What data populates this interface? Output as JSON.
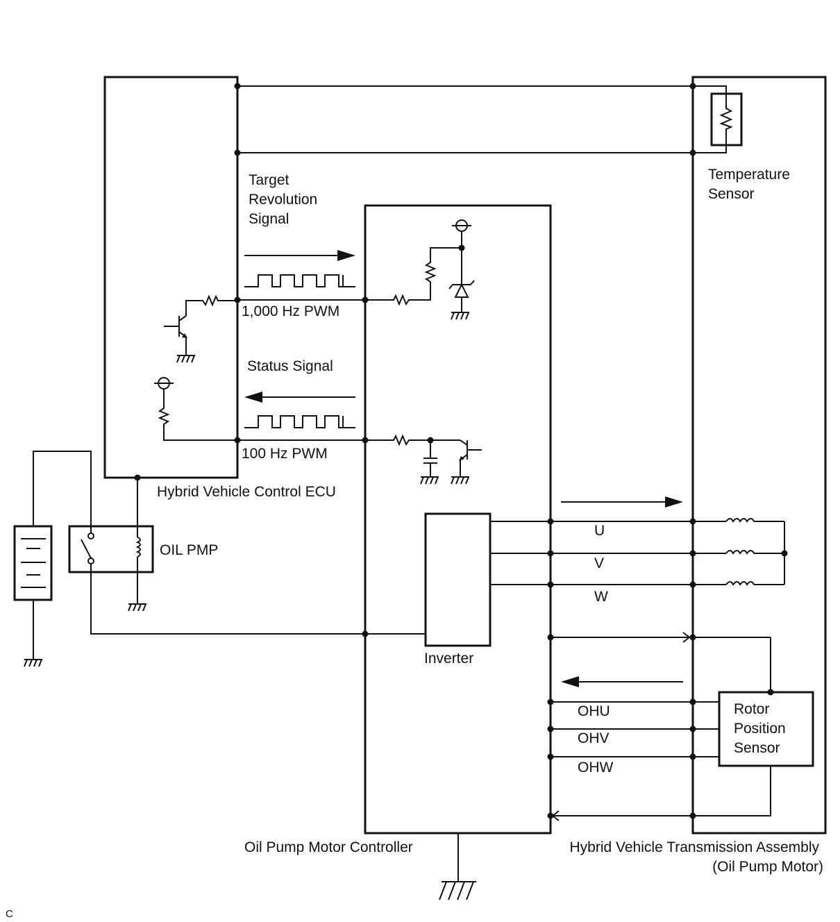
{
  "components": {
    "ecu": "Hybrid Vehicle Control ECU",
    "controller": "Oil Pump Motor Controller",
    "transmission_line1": "Hybrid Vehicle Transmission Assembly",
    "transmission_line2": "(Oil Pump Motor)",
    "temp_sensor_line1": "Temperature",
    "temp_sensor_line2": "Sensor",
    "inverter": "Inverter",
    "rotor_line1": "Rotor",
    "rotor_line2": "Position",
    "rotor_line3": "Sensor",
    "relay": "OIL PMP"
  },
  "signals": {
    "target_line1": "Target",
    "target_line2": "Revolution",
    "target_line3": "Signal",
    "pwm_1000": "1,000 Hz PWM",
    "status": "Status Signal",
    "pwm_100": "100 Hz PWM"
  },
  "phases": [
    "U",
    "V",
    "W"
  ],
  "hall_signals": [
    "OHU",
    "OHV",
    "OHW"
  ],
  "corner_code": "C"
}
